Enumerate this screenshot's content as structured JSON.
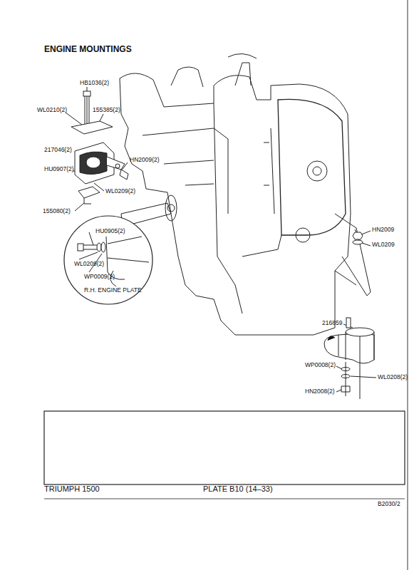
{
  "diagram": {
    "title": "ENGINE MOUNTINGS",
    "nodes": [
      {
        "text": [
          "HU0905(2)",
          "WL0209(2)",
          "WP0009(2)",
          "R.H. ENGINE PLATE"
        ]
      }
    ],
    "labels": [
      "HB1036(2)",
      "WL0210(2)",
      "155385(2)",
      "217046(2)",
      "HN2009(2)",
      "HU0907(2)",
      "WL0209(2)",
      "155080(2)",
      "HN2009",
      "WL0209",
      "216859",
      "WP0008(2)",
      "WL0208(2)",
      "HN2008(2)",
      "TRIUMPH 1500",
      "PLATE B10 (14–33)",
      "B2030/2"
    ]
  }
}
